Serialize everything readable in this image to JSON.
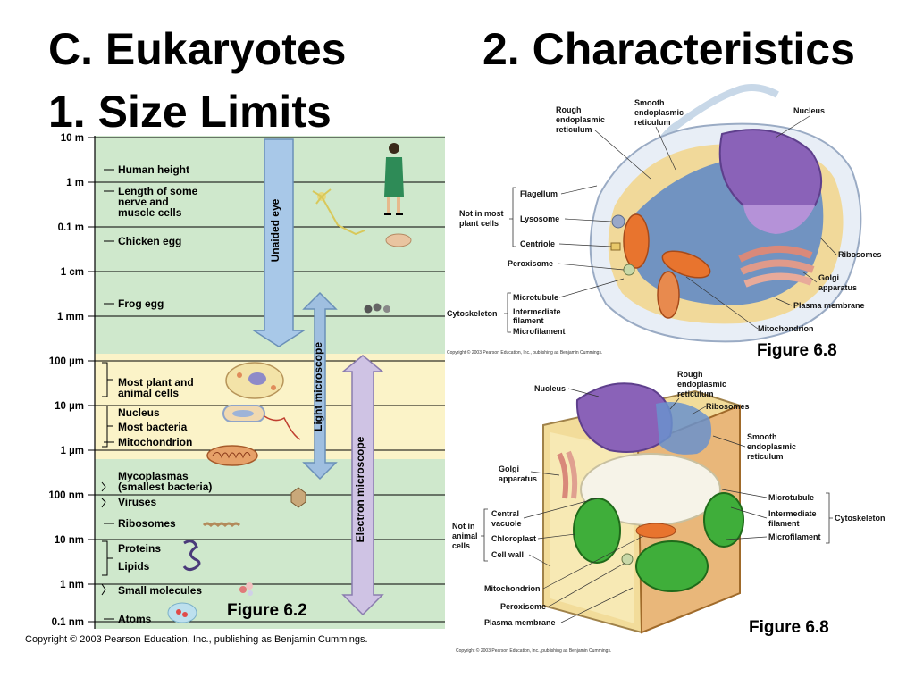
{
  "slide": {
    "title_left_line1": "C. Eukaryotes",
    "title_left_line2": "1. Size Limits",
    "title_right": "2. Characteristics"
  },
  "size_scale": {
    "ticks": [
      "10 m",
      "1 m",
      "0.1 m",
      "1 cm",
      "1 mm",
      "100 µm",
      "10 µm",
      "1 µm",
      "100 nm",
      "10 nm",
      "1 nm",
      "0.1 nm"
    ],
    "items": [
      {
        "label": "Human height",
        "tick": 0
      },
      {
        "label": "Length of some",
        "tick": 1
      },
      {
        "label": "nerve and",
        "tick": 1
      },
      {
        "label": "muscle cells",
        "tick": 1
      },
      {
        "label": "Chicken egg",
        "tick": 2
      },
      {
        "label": "Frog egg",
        "tick": 3
      },
      {
        "label": "Most plant and",
        "tick": 5
      },
      {
        "label": "animal cells",
        "tick": 5
      },
      {
        "label": "Nucleus",
        "tick": 6
      },
      {
        "label": "Most bacteria",
        "tick": 6
      },
      {
        "label": "Mitochondrion",
        "tick": 7
      },
      {
        "label": "Mycoplasmas",
        "tick": 7
      },
      {
        "label": "(smallest bacteria)",
        "tick": 7
      },
      {
        "label": "Viruses",
        "tick": 8
      },
      {
        "label": "Ribosomes",
        "tick": 8
      },
      {
        "label": "Proteins",
        "tick": 9
      },
      {
        "label": "Lipids",
        "tick": 9
      },
      {
        "label": "Small molecules",
        "tick": 10
      },
      {
        "label": "Atoms",
        "tick": 11
      }
    ],
    "ranges": [
      "Unaided eye",
      "Light microscope",
      "Electron microscope"
    ],
    "figure_label": "Figure 6.2",
    "copyright": "Copyright © 2003 Pearson Education, Inc., publishing as Benjamin Cummings.",
    "colors": {
      "top_band": "#cfe8cc",
      "mid_band": "#fbf3c8",
      "bottom_band": "#cfe8cc",
      "unaided": "#a8c8e8",
      "light": "#9fbfe0",
      "electron": "#cfc3e4"
    }
  },
  "animal_cell": {
    "labels": [
      "Rough",
      "endoplasmic",
      "reticulum",
      "Smooth",
      "endoplasmic",
      "reticulum",
      "Nucleus",
      "Flagellum",
      "Not in most",
      "plant cells",
      "Lysosome",
      "Centriole",
      "Peroxisome",
      "Microtubule",
      "Cytoskeleton",
      "Intermediate",
      "filament",
      "Microfilament",
      "Ribosomes",
      "Golgi",
      "apparatus",
      "Plasma membrane",
      "Mitochondrion"
    ],
    "figure_label": "Figure 6.8",
    "copyright": "Copyright © 2003 Pearson Education, Inc., publishing as Benjamin Cummings."
  },
  "plant_cell": {
    "labels": [
      "Nucleus",
      "Rough",
      "endoplasmic",
      "reticulum",
      "Ribosomes",
      "Smooth",
      "endoplasmic",
      "reticulum",
      "Golgi",
      "apparatus",
      "Microtubule",
      "Intermediate",
      "filament",
      "Microfilament",
      "Cytoskeleton",
      "Not in",
      "animal",
      "cells",
      "Central",
      "vacuole",
      "Chloroplast",
      "Cell wall",
      "Mitochondrion",
      "Peroxisome",
      "Plasma membrane"
    ],
    "figure_label": "Figure 6.8",
    "copyright": "Copyright © 2003 Pearson Education, Inc., publishing as Benjamin Cummings."
  }
}
